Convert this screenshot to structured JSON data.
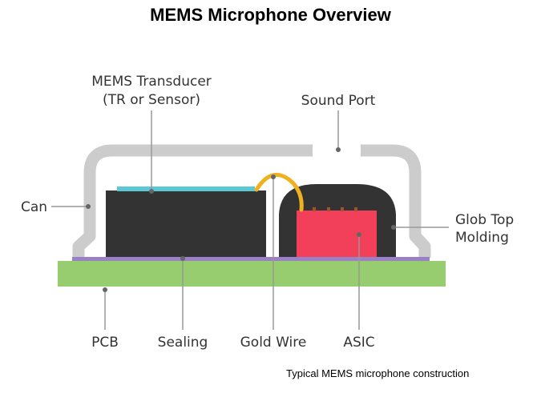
{
  "title": "MEMS Microphone Overview",
  "caption": "Typical MEMS  microphone construction",
  "labels": {
    "transducer_line1": "MEMS Transducer",
    "transducer_line2": "(TR or Sensor)",
    "sound_port": "Sound Port",
    "can": "Can",
    "glob_top_line1": "Glob Top",
    "glob_top_line2": "Molding",
    "pcb": "PCB",
    "sealing": "Sealing",
    "gold_wire": "Gold Wire",
    "asic": "ASIC"
  },
  "colors": {
    "can": "#cccccc",
    "pcb": "#97cd6e",
    "sealing": "#9b7fc7",
    "transducer": "#333333",
    "membrane": "#5bc8d4",
    "asic": "#f2405b",
    "glob_top": "#333333",
    "gold_wire": "#eeb221",
    "leader_line": "#999999"
  }
}
